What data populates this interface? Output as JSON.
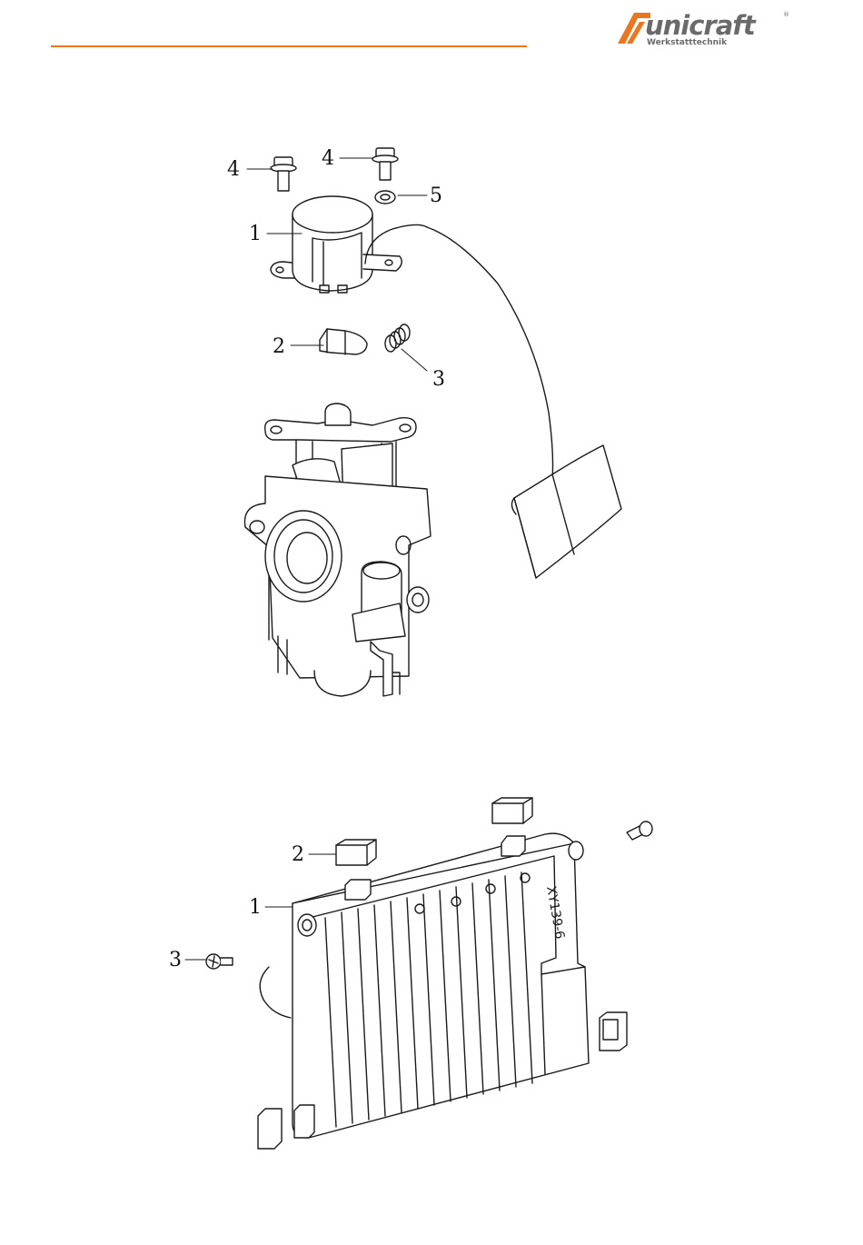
{
  "header": {
    "brand": "unicraft",
    "tagline": "Werkstatttechnik",
    "registered_mark": "®",
    "rule_color": "#e87722",
    "brand_color": "#6a6a6a"
  },
  "figure_top": {
    "callouts": [
      "4",
      "4",
      "5",
      "1",
      "2",
      "3"
    ]
  },
  "figure_bottom": {
    "callouts": [
      "2",
      "1",
      "3"
    ],
    "part_marking": "XY139-6"
  }
}
